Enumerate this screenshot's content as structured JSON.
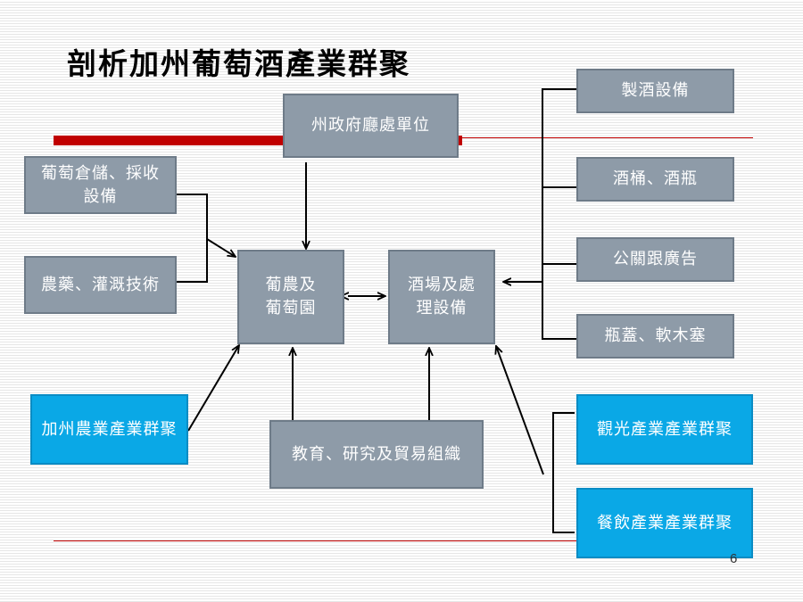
{
  "title": "剖析加州葡萄酒產業群聚",
  "boxes": {
    "state_gov": "州政府廳處單位",
    "grape_storage": "葡萄倉儲、採收設備",
    "pesticide": "農藥、灌溉技術",
    "grower": "葡農及葡萄園",
    "winery": "酒場及處理設備",
    "ag_cluster": "加州農業產業群聚",
    "education": "教育、研究及貿易組織",
    "wine_equipment": "製酒設備",
    "barrels": "酒桶、酒瓶",
    "pr_ads": "公關跟廣告",
    "caps_corks": "瓶蓋、軟木塞",
    "tourism": "觀光產業產業群聚",
    "food": "餐飲產業產業群聚"
  },
  "page_number": "6",
  "colors": {
    "gray_box": "#8e9ba8",
    "blue_box": "#0aa8e6",
    "accent_red": "#c00000"
  }
}
